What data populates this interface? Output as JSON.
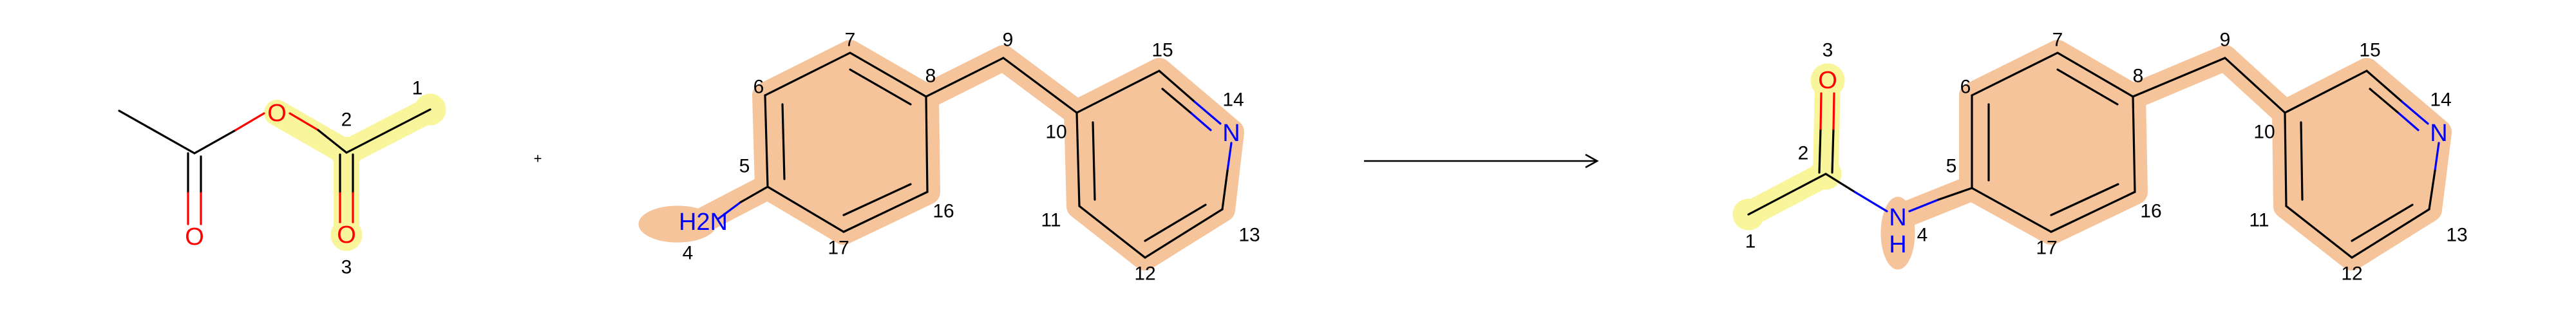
{
  "reaction": {
    "plus": "+",
    "reactant1": {
      "atoms": {
        "O_ester": "O",
        "O_carbonyl": "O"
      },
      "map_numbers": {
        "c1": "1",
        "c2": "2",
        "o3": "3"
      }
    },
    "reactant2": {
      "atoms": {
        "N_amine": "H2N",
        "N_pyridine": "N"
      },
      "map_numbers": {
        "n4": "4",
        "c5": "5",
        "c6": "6",
        "c7": "7",
        "c8": "8",
        "c9": "9",
        "c10": "10",
        "c11": "11",
        "c12": "12",
        "c13": "13",
        "n14": "14",
        "c15": "15",
        "c16": "16",
        "c17": "17"
      }
    },
    "product": {
      "atoms": {
        "O_carbonyl": "O",
        "N_amide": "N",
        "H_amide": "H",
        "N_pyridine": "N"
      },
      "map_numbers": {
        "c1": "1",
        "c2": "2",
        "o3": "3",
        "n4": "4",
        "c5": "5",
        "c6": "6",
        "c7": "7",
        "c8": "8",
        "c9": "9",
        "c10": "10",
        "c11": "11",
        "c12": "12",
        "c13": "13",
        "n14": "14",
        "c15": "15",
        "c16": "16",
        "c17": "17"
      }
    },
    "colors": {
      "carbon_bond": "#000000",
      "oxygen": "#ff0000",
      "nitrogen": "#0000ff",
      "highlight_amine_part": "#f5c49b",
      "highlight_acyl_part": "#f8f59a"
    }
  }
}
